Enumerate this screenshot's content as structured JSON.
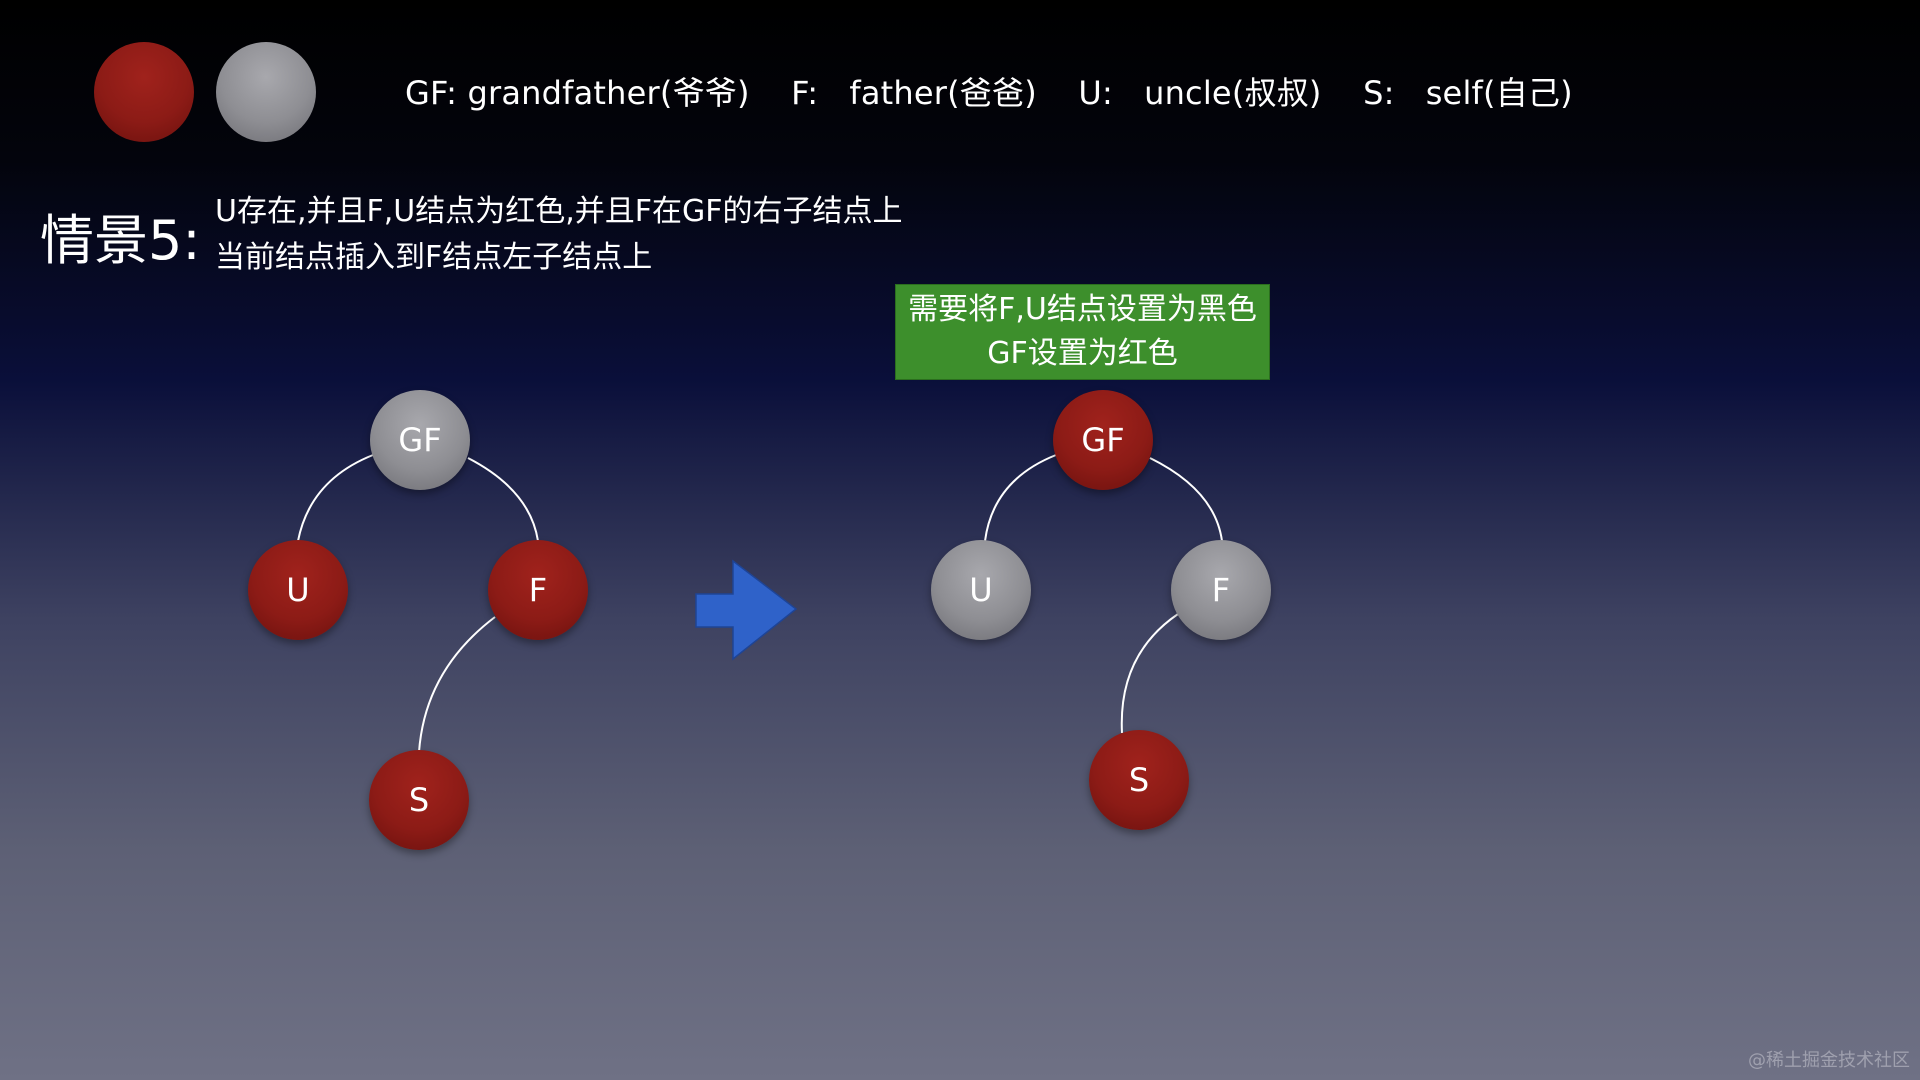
{
  "legend": {
    "colors": {
      "red": "#8c1b16",
      "black": "#8e8e93"
    },
    "text": "GF: grandfather(爷爷)    F:   father(爸爸)    U:   uncle(叔叔)    S:   self(自己)"
  },
  "scenario": {
    "title": "情景5:",
    "line1": "U存在,并且F,U结点为红色,并且F在GF的右子结点上",
    "line2": "当前结点插入到F结点左子结点上"
  },
  "note": {
    "line1": "需要将F,U结点设置为黑色",
    "line2": "GF设置为红色",
    "color": "#3d8f2c"
  },
  "before_tree": {
    "gf": {
      "label": "GF",
      "color": "grey"
    },
    "u": {
      "label": "U",
      "color": "red"
    },
    "f": {
      "label": "F",
      "color": "red"
    },
    "s": {
      "label": "S",
      "color": "red"
    }
  },
  "after_tree": {
    "gf": {
      "label": "GF",
      "color": "red"
    },
    "u": {
      "label": "U",
      "color": "grey"
    },
    "f": {
      "label": "F",
      "color": "grey"
    },
    "s": {
      "label": "S",
      "color": "red"
    }
  },
  "arrow": {
    "icon": "right-arrow-icon",
    "color": "#2f62c9"
  },
  "watermark": "@稀土掘金技术社区"
}
